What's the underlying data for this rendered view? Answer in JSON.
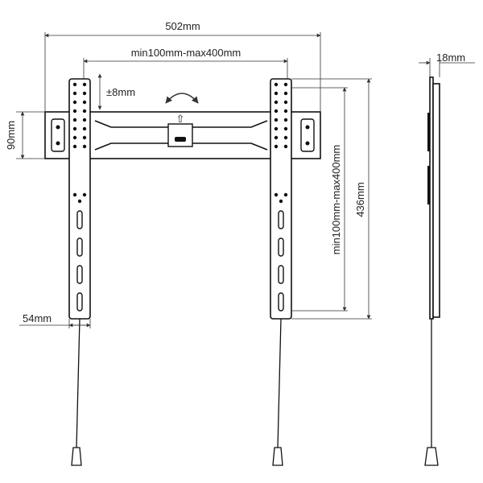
{
  "dimensions": {
    "overall_width": "502mm",
    "hole_spacing": "min100mm-max400mm",
    "adjustment": "±8mm",
    "wall_plate_height": "90mm",
    "vertical_hole_spacing": "min100mm-max400mm",
    "arm_length": "436mm",
    "arm_width": "54mm",
    "depth": "18mm"
  },
  "symbols": {
    "vertical_adjust": "↕",
    "level_up": "⇧"
  }
}
